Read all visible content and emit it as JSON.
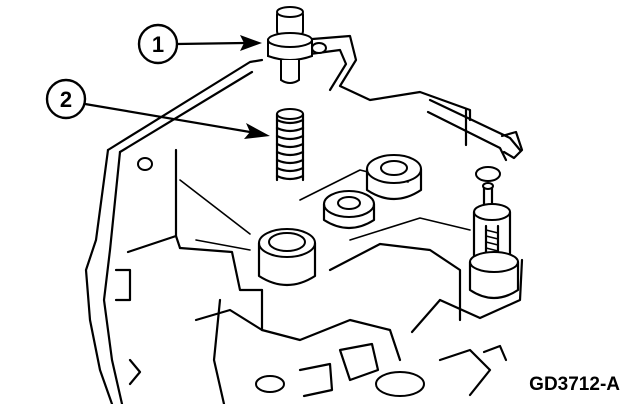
{
  "figure": {
    "id_label": "GD3712-A"
  },
  "callouts": [
    {
      "number": "1",
      "part_icon": "check-ball-plug-icon"
    },
    {
      "number": "2",
      "part_icon": "coil-spring-icon"
    }
  ]
}
